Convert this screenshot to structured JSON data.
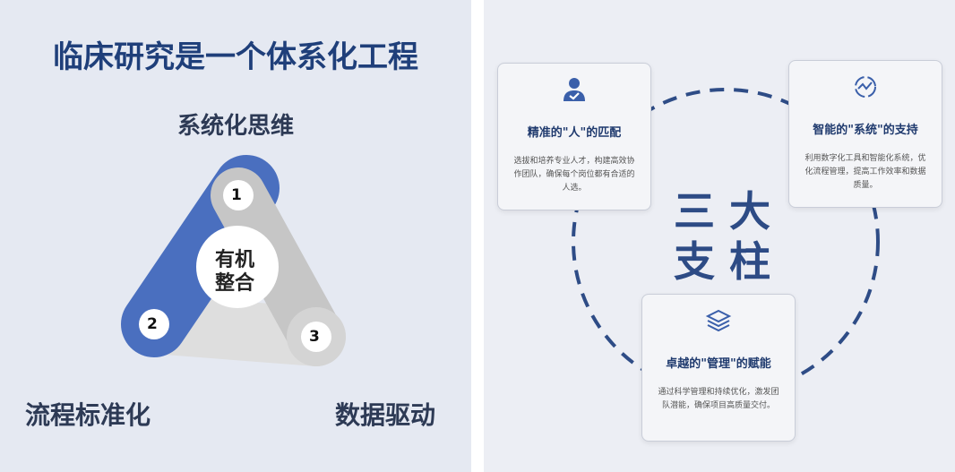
{
  "left": {
    "title": "临床研究是一个体系化工程",
    "top_label": "系统化思维",
    "center": [
      "有机",
      "整合"
    ],
    "nodes": [
      "1",
      "2",
      "3"
    ],
    "bottom_left": "流程标准化",
    "bottom_right": "数据驱动",
    "colors": {
      "blue": "#4a6fbf",
      "gray": "#c4c4c4",
      "light": "#dcdcdc",
      "title": "#1f3f7a"
    }
  },
  "right": {
    "center": [
      "三 大",
      "支 柱"
    ],
    "cards": [
      {
        "icon": "person-check-icon",
        "title": "精准的\"人\"的匹配",
        "desc": "选拔和培养专业人才，构建高效协作团队，确保每个岗位都有合适的人选。"
      },
      {
        "icon": "system-chart-icon",
        "title": "智能的\"系统\"的支持",
        "desc": "利用数字化工具和智能化系统，优化流程管理，提高工作效率和数据质量。"
      },
      {
        "icon": "layers-icon",
        "title": "卓越的\"管理\"的赋能",
        "desc": "通过科学管理和持续优化，激发团队潜能，确保项目高质量交付。"
      }
    ]
  }
}
